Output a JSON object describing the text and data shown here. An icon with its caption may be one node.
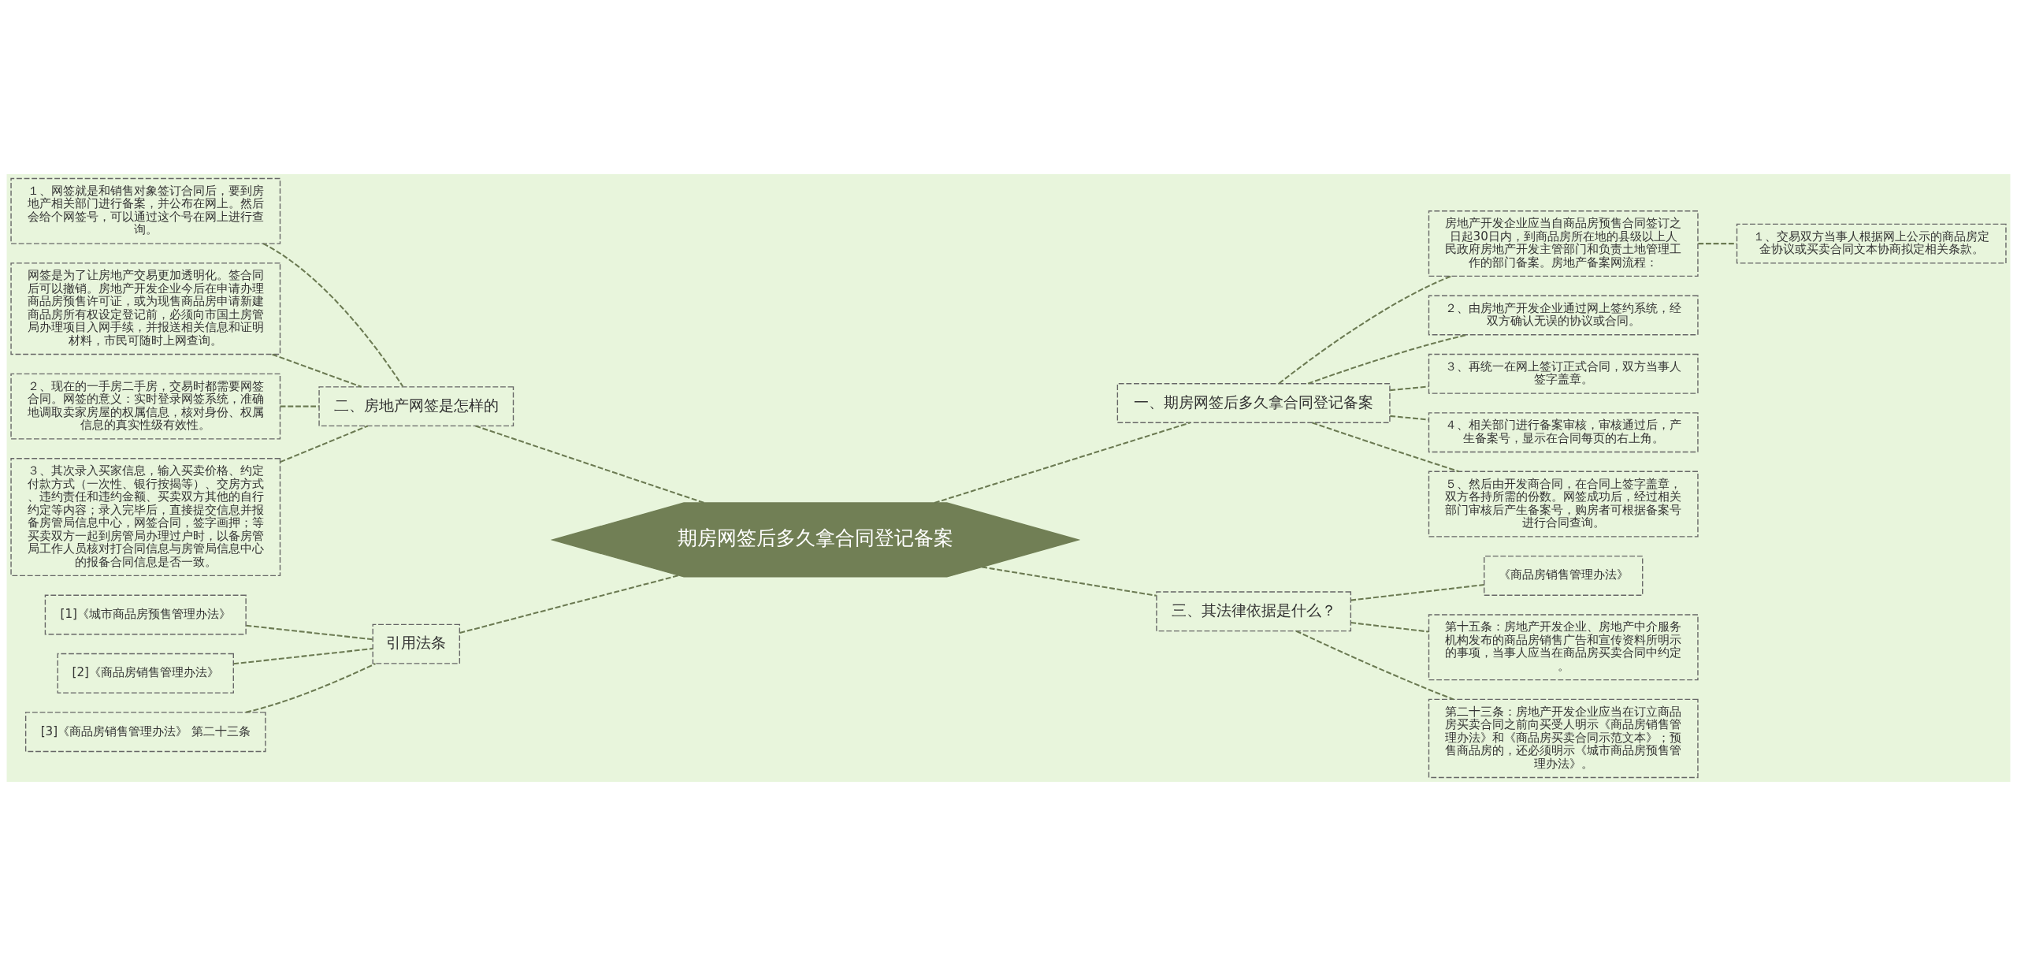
{
  "diagram": {
    "nodes": [
      {
        "text": [
          "期房网签后多久拿合同登记备案"
        ]
      },
      {
        "text": [
          "一、期房网签后多久拿合同登记备案"
        ]
      },
      {
        "text": [
          "房地产开发企业应当自商品房预售合同签订之日起30日内，到商品房所在地的县级以上人民政府房地产开发主管部门和负责土地管理工作的部门备案。房地产备案网流程："
        ]
      },
      {
        "text": [
          "１、交易双方当事人根据网上公示的商品房定金协议或买卖合同文本协商拟定相关条款。"
        ]
      },
      {
        "text": [
          "２、由房地产开发企业通过网上签约系统，经双方确认无误的协议或合同。"
        ]
      },
      {
        "text": [
          "３、再统一在网上签订正式合同，双方当事人签字盖章。"
        ]
      },
      {
        "text": [
          "４、相关部门进行备案审核，审核通过后，产生备案号，显示在合同每页的右上角。"
        ]
      },
      {
        "text": [
          "５、然后由开发商合同，在合同上签字盖章，双方各持所需的份数。网签成功后，经过相关部门审核后产生备案号，购房者可根据备案号进行合同查询。"
        ]
      },
      {
        "text": [
          "三、其法律依据是什么？"
        ]
      },
      {
        "text": [
          "《商品房销售管理办法》"
        ]
      },
      {
        "text": [
          "第十五条：房地产开发企业、房地产中介服务机构发布的商品房销售广告和宣传资料所明示的事项，当事人应当在商品房买卖合同中约定。"
        ]
      },
      {
        "text": [
          "第二十三条：房地产开发企业应当在订立商品房买卖合同之前向买受人明示《商品房销售管理办法》和《商品房买卖合同示范文本》；预售商品房的，还必须明示《城市商品房预售管理办法》。"
        ]
      },
      {
        "text": [
          "二、房地产网签是怎样的"
        ]
      },
      {
        "text": [
          "１、网签就是和销售对象签订合同后，要到房地产相关部门进行备案，并公布在网上。然后会给个网签号，可以通过这个号在网上进行查询。"
        ]
      },
      {
        "text": [
          "网签是为了让房地产交易更加透明化。签合同后可以撤销。房地产开发企业今后在申请办理商品房预售许可证，或为现售商品房申请新建商品房所有权设定登记前，必须向市国土房管局办理项目入网手续，并报送相关信息和证明材料，市民可随时上网查询。"
        ]
      },
      {
        "text": [
          "２、现在的一手房二手房，交易时都需要网签合同。网签的意义：实时登录网签系统，准确地调取卖家房屋的权属信息，核对身份、权属信息的真实性级有效性。"
        ]
      },
      {
        "text": [
          "３、其次录入买家信息，输入买卖价格、约定付款方式（一次性、银行按揭等）、交房方式、违约责任和违约金额、买卖双方其他的自行约定等内容；录入完毕后，直接提交信息并报备房管局信息中心，网签合同，签字画押；等买卖双方一起到房管局办理过户时，以备房管局工作人员核对打合同信息与房管局信息中心的报备合同信息是否一致。"
        ]
      },
      {
        "text": [
          "引用法条"
        ]
      },
      {
        "text": [
          "[1]《城市商品房预售管理办法》"
        ]
      },
      {
        "text": [
          "[2]《商品房销售管理办法》"
        ]
      },
      {
        "text": [
          "[3]《商品房销售管理办法》 第二十三条"
        ]
      }
    ],
    "edges": [
      {
        "from": 0,
        "to": 1,
        "arrow": "none",
        "style": "dashed"
      },
      {
        "from": 1,
        "to": 2,
        "arrow": "none",
        "style": "dashed"
      },
      {
        "from": 2,
        "to": 3,
        "arrow": "none",
        "style": "dashed"
      },
      {
        "from": 1,
        "to": 4,
        "arrow": "none",
        "style": "dashed"
      },
      {
        "from": 1,
        "to": 5,
        "arrow": "none",
        "style": "dashed"
      },
      {
        "from": 1,
        "to": 6,
        "arrow": "none",
        "style": "dashed"
      },
      {
        "from": 1,
        "to": 7,
        "arrow": "none",
        "style": "dashed"
      },
      {
        "from": 0,
        "to": 8,
        "arrow": "none",
        "style": "dashed"
      },
      {
        "from": 8,
        "to": 9,
        "arrow": "none",
        "style": "dashed"
      },
      {
        "from": 8,
        "to": 10,
        "arrow": "none",
        "style": "dashed"
      },
      {
        "from": 8,
        "to": 11,
        "arrow": "none",
        "style": "dashed"
      },
      {
        "from": 0,
        "to": 12,
        "arrow": "none",
        "style": "dashed"
      },
      {
        "from": 12,
        "to": 13,
        "arrow": "none",
        "style": "dashed"
      },
      {
        "from": 12,
        "to": 14,
        "arrow": "none",
        "style": "dashed"
      },
      {
        "from": 12,
        "to": 15,
        "arrow": "none",
        "style": "dashed"
      },
      {
        "from": 12,
        "to": 16,
        "arrow": "none",
        "style": "dashed"
      },
      {
        "from": 0,
        "to": 17,
        "arrow": "none",
        "style": "dashed"
      },
      {
        "from": 17,
        "to": 18,
        "arrow": "none",
        "style": "dashed"
      },
      {
        "from": 17,
        "to": 19,
        "arrow": "none",
        "style": "dashed"
      },
      {
        "from": 17,
        "to": 20,
        "arrow": "none",
        "style": "dashed"
      }
    ]
  }
}
